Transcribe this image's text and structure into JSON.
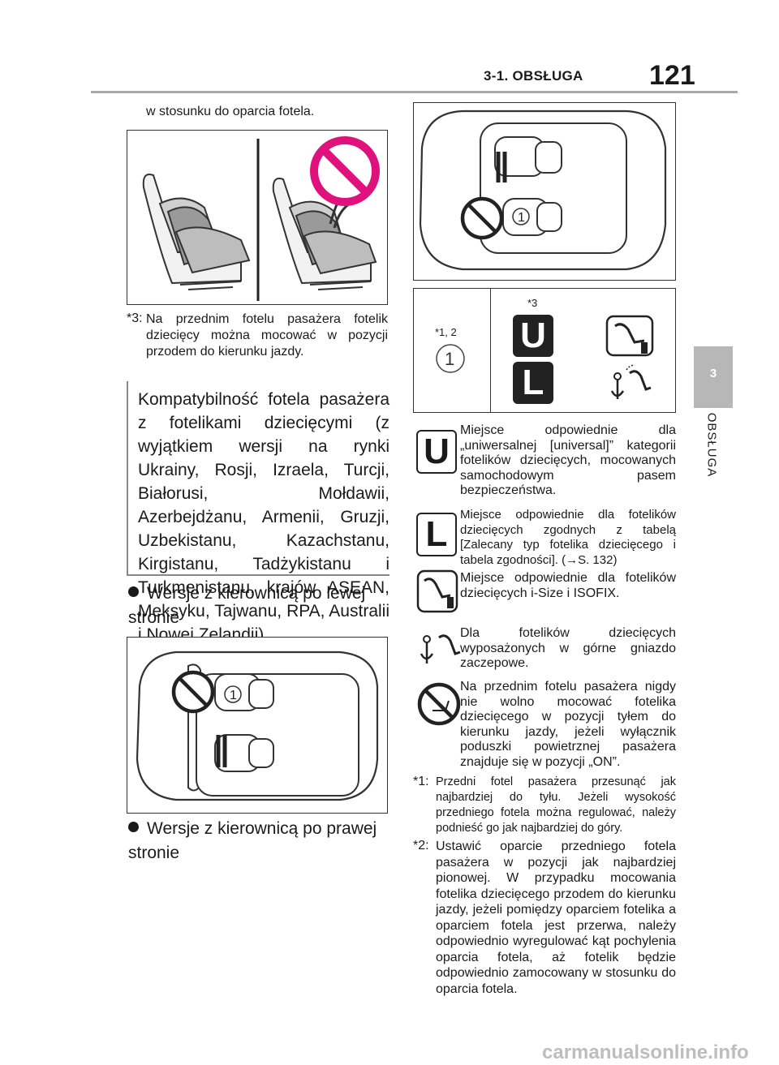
{
  "header": {
    "section": "3-1. OBSŁUGA",
    "page_number": "121"
  },
  "side_tab": {
    "number": "3",
    "label": "OBSŁUGA"
  },
  "left": {
    "intro": "w stosunku do oparcia fotela.",
    "note3": {
      "mark": "*3:",
      "text": "Na przednim fotelu pasażera fotelik dziecięcy można mocować w pozycji przodem do kierunku jazdy."
    },
    "box_text": "Kompatybilność fotela pasażera z fotelikami dziecięcymi (z wyjątkiem wersji na rynki Ukrainy, Rosji, Izraela, Turcji, Białorusi, Mołdawii, Azerbejdżanu, Armenii, Gruzji, Uzbekistanu, Kazachstanu, Kirgistanu, Tadżykistanu i Turkmenistanu, krajów ASEAN, Meksyku, Tajwanu, RPA, Australii i Nowej Zelandii)",
    "bullet_left": "Wersje z kierownicą po lewej stronie",
    "bullet_right": "Wersje z kierownicą po prawej stronie"
  },
  "diagram": {
    "seat_number": "1",
    "mark_a": "*1, 2",
    "mark_b": "*3",
    "letter_u": "U",
    "letter_l": "L"
  },
  "legend": [
    {
      "icon": "universal-u-icon",
      "text": "Miejsce odpowiednie dla „uniwersalnej [universal]” kategorii fotelików dziecięcych, mocowanych samochodowym pasem bezpieczeństwa."
    },
    {
      "icon": "limited-l-icon",
      "text": "Miejsce odpowiednie dla fotelików dziecięcych zgodnych z tabelą [Zalecany typ fotelika dziecięcego i tabela zgodności]. (→S. 132)"
    },
    {
      "icon": "isofix-seat-icon",
      "text": "Miejsce odpowiednie dla fotelików dziecięcych i-Size i ISOFIX."
    },
    {
      "icon": "top-tether-anchor-icon",
      "text": "Dla fotelików dziecięcych wyposażonych w górne gniazdo zaczepowe."
    },
    {
      "icon": "no-rear-facing-seat-icon",
      "text": "Na przednim fotelu pasażera nigdy nie wolno mocować fotelika dziecięcego w pozycji tyłem do kierunku jazdy, jeżeli wyłącznik poduszki powietrznej pasażera znajduje się w pozycji „ON”."
    }
  ],
  "notes": [
    {
      "mark": "*1:",
      "text": "Przedni fotel pasażera przesunąć jak najbardziej do tyłu. Jeżeli wysokość przedniego fotela można regulować, należy podnieść go jak najbardziej do góry."
    },
    {
      "mark": "*2:",
      "text": "Ustawić oparcie przedniego fotela pasażera w pozycji jak najbardziej pionowej. W przypadku mocowania fotelika dziecięcego przodem do kierunku jazdy, jeżeli pomiędzy oparciem fotelika a oparciem fotela jest przerwa, należy odpowiednio wyregulować kąt pochylenia oparcia fotela, aż fotelik będzie odpowiednio zamocowany w stosunku do oparcia fotela."
    }
  ],
  "footer": "carmanualsonline.info"
}
